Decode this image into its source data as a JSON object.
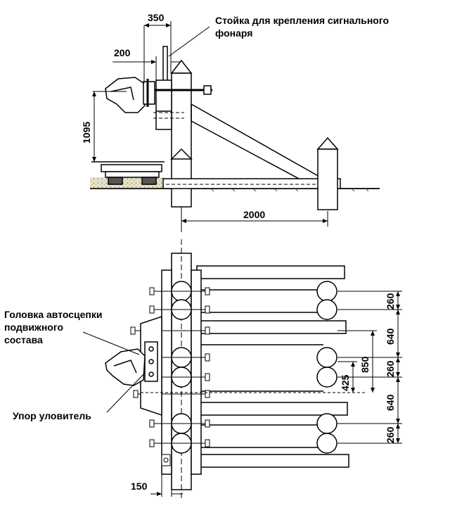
{
  "labels": {
    "lamp_post": [
      "Стойка для крепления сигнального",
      "фонаря"
    ],
    "coupler_head": [
      "Головка автосцепки",
      "подвижного",
      "состава"
    ],
    "stop_catcher": "Упор уловитель"
  },
  "dimensions": {
    "d350": "350",
    "d200": "200",
    "d1095": "1095",
    "d2000": "2000",
    "d150": "150",
    "d260_a": "260",
    "d640_a": "640",
    "d850": "850",
    "d260_b": "260",
    "d425": "425",
    "d640_b": "640",
    "d260_c": "260"
  }
}
